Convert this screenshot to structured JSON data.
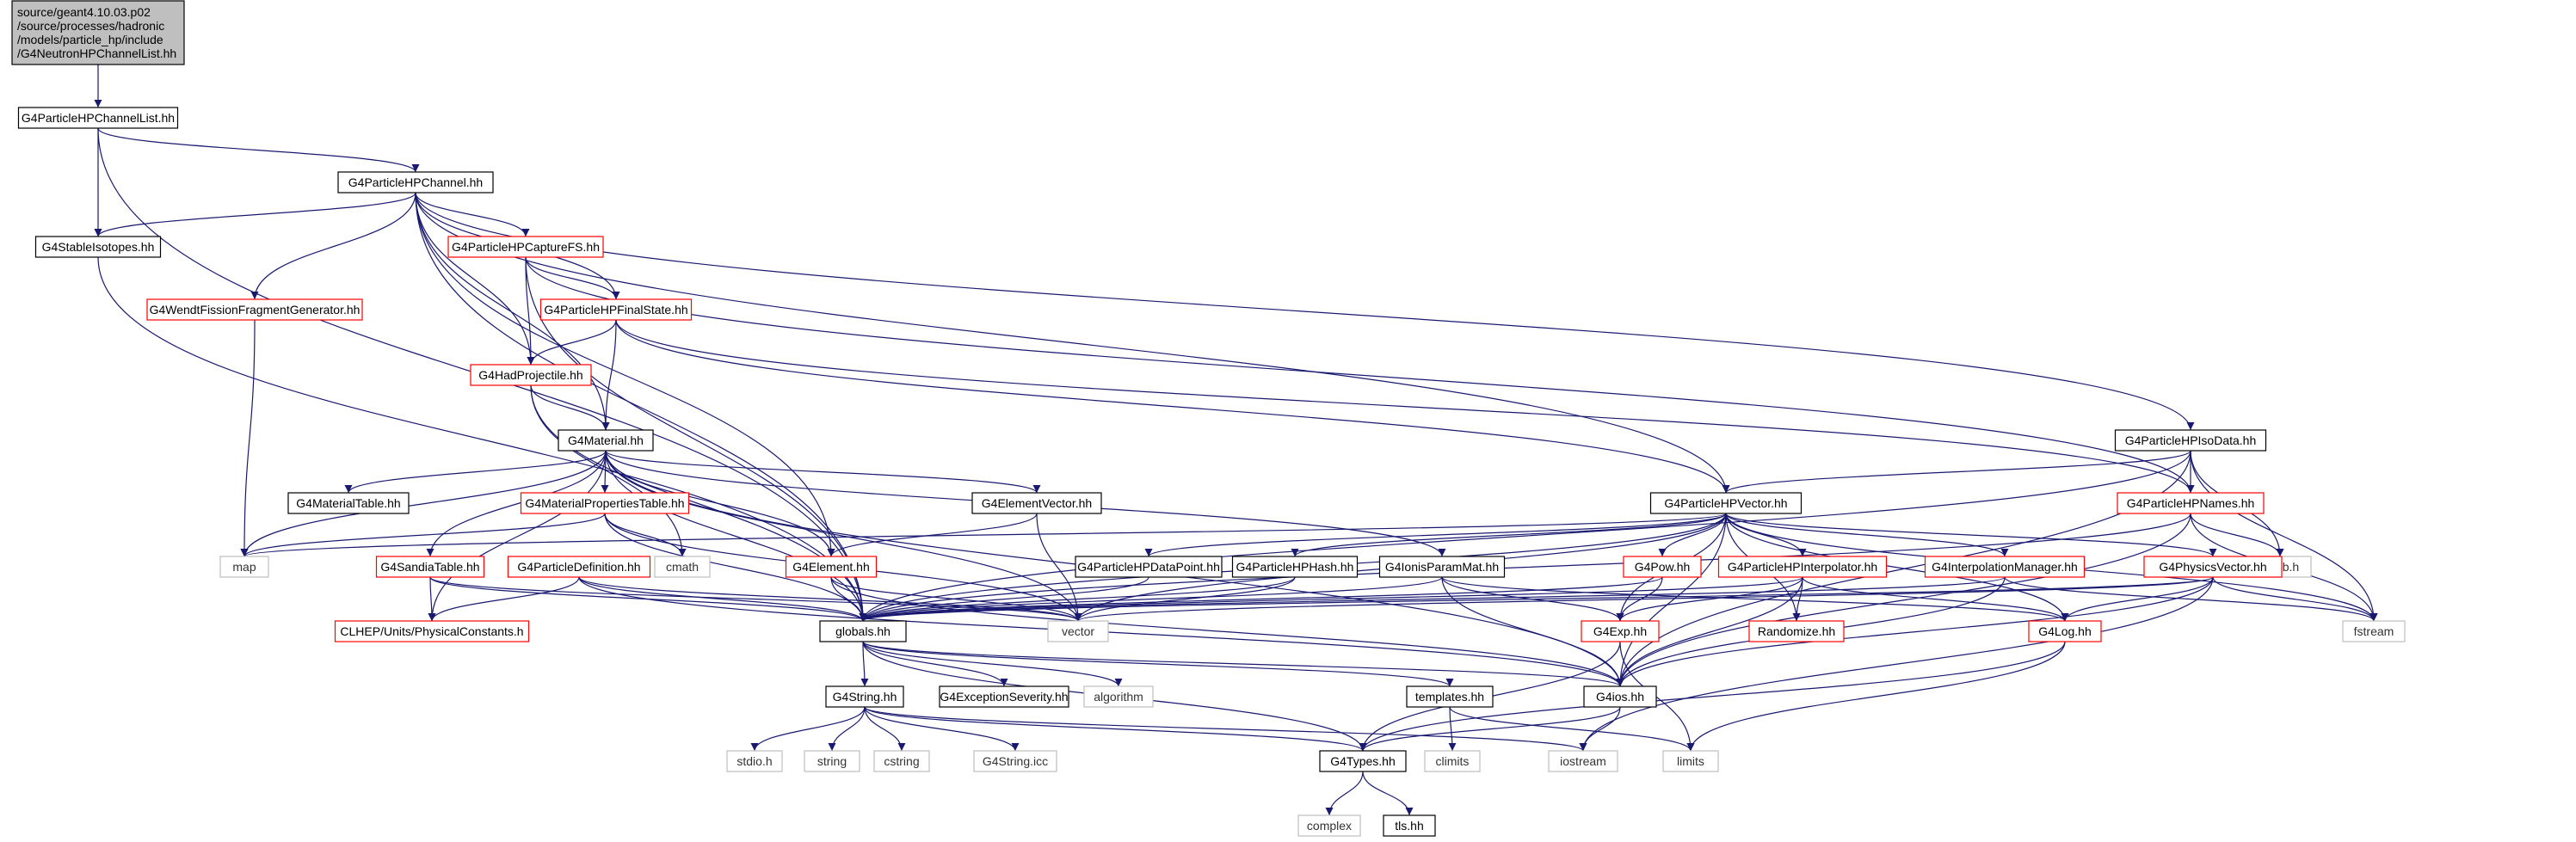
{
  "diagram": {
    "colors": {
      "edge": "#191970",
      "root_fill": "#bfbfbf",
      "box_border_black": "#000000",
      "box_border_red": "#ff0000",
      "box_border_gray": "#bfbfbf",
      "text": "#000000"
    },
    "nodes": [
      {
        "id": "root",
        "lines": [
          "source/geant4.10.03.p02",
          "/source/processes/hadronic",
          "/models/particle_hp/include",
          "/G4NeutronHPChannelList.hh"
        ],
        "style": "root"
      },
      {
        "id": "chanlist",
        "lines": [
          "G4ParticleHPChannelList.hh"
        ],
        "style": "black"
      },
      {
        "id": "channel",
        "lines": [
          "G4ParticleHPChannel.hh"
        ],
        "style": "black"
      },
      {
        "id": "stable",
        "lines": [
          "G4StableIsotopes.hh"
        ],
        "style": "black"
      },
      {
        "id": "capture",
        "lines": [
          "G4ParticleHPCaptureFS.hh"
        ],
        "style": "red"
      },
      {
        "id": "wendt",
        "lines": [
          "G4WendtFissionFragmentGenerator.hh"
        ],
        "style": "red"
      },
      {
        "id": "finalstate",
        "lines": [
          "G4ParticleHPFinalState.hh"
        ],
        "style": "red"
      },
      {
        "id": "hadproj",
        "lines": [
          "G4HadProjectile.hh"
        ],
        "style": "red"
      },
      {
        "id": "material",
        "lines": [
          "G4Material.hh"
        ],
        "style": "black"
      },
      {
        "id": "isodata",
        "lines": [
          "G4ParticleHPIsoData.hh"
        ],
        "style": "black"
      },
      {
        "id": "mattable",
        "lines": [
          "G4MaterialTable.hh"
        ],
        "style": "black"
      },
      {
        "id": "matprop",
        "lines": [
          "G4MaterialPropertiesTable.hh"
        ],
        "style": "red"
      },
      {
        "id": "elemvec",
        "lines": [
          "G4ElementVector.hh"
        ],
        "style": "black"
      },
      {
        "id": "hpvector",
        "lines": [
          "G4ParticleHPVector.hh"
        ],
        "style": "black"
      },
      {
        "id": "hpnames",
        "lines": [
          "G4ParticleHPNames.hh"
        ],
        "style": "red"
      },
      {
        "id": "stdlib",
        "lines": [
          "stdlib.h"
        ],
        "style": "gray"
      },
      {
        "id": "map",
        "lines": [
          "map"
        ],
        "style": "gray"
      },
      {
        "id": "cmath",
        "lines": [
          "cmath"
        ],
        "style": "gray"
      },
      {
        "id": "sandia",
        "lines": [
          "G4SandiaTable.hh"
        ],
        "style": "red"
      },
      {
        "id": "partdef",
        "lines": [
          "G4ParticleDefinition.hh"
        ],
        "style": "red"
      },
      {
        "id": "element",
        "lines": [
          "G4Element.hh"
        ],
        "style": "red"
      },
      {
        "id": "datapoint",
        "lines": [
          "G4ParticleHPDataPoint.hh"
        ],
        "style": "black"
      },
      {
        "id": "hphash",
        "lines": [
          "G4ParticleHPHash.hh"
        ],
        "style": "black"
      },
      {
        "id": "ionis",
        "lines": [
          "G4IonisParamMat.hh"
        ],
        "style": "black"
      },
      {
        "id": "pow",
        "lines": [
          "G4Pow.hh"
        ],
        "style": "red"
      },
      {
        "id": "interp",
        "lines": [
          "G4ParticleHPInterpolator.hh"
        ],
        "style": "red"
      },
      {
        "id": "interpman",
        "lines": [
          "G4InterpolationManager.hh"
        ],
        "style": "red"
      },
      {
        "id": "physvec",
        "lines": [
          "G4PhysicsVector.hh"
        ],
        "style": "red"
      },
      {
        "id": "clhep",
        "lines": [
          "CLHEP/Units/PhysicalConstants.h"
        ],
        "style": "red"
      },
      {
        "id": "globals",
        "lines": [
          "globals.hh"
        ],
        "style": "black"
      },
      {
        "id": "vector",
        "lines": [
          "vector"
        ],
        "style": "gray"
      },
      {
        "id": "exp",
        "lines": [
          "G4Exp.hh"
        ],
        "style": "red"
      },
      {
        "id": "randomize",
        "lines": [
          "Randomize.hh"
        ],
        "style": "red"
      },
      {
        "id": "log",
        "lines": [
          "G4Log.hh"
        ],
        "style": "red"
      },
      {
        "id": "fstream",
        "lines": [
          "fstream"
        ],
        "style": "gray"
      },
      {
        "id": "g4string",
        "lines": [
          "G4String.hh"
        ],
        "style": "black"
      },
      {
        "id": "excsev",
        "lines": [
          "G4ExceptionSeverity.hh"
        ],
        "style": "black"
      },
      {
        "id": "algorithm",
        "lines": [
          "algorithm"
        ],
        "style": "gray"
      },
      {
        "id": "templates",
        "lines": [
          "templates.hh"
        ],
        "style": "black"
      },
      {
        "id": "ios",
        "lines": [
          "G4ios.hh"
        ],
        "style": "black"
      },
      {
        "id": "stdio",
        "lines": [
          "stdio.h"
        ],
        "style": "gray"
      },
      {
        "id": "string",
        "lines": [
          "string"
        ],
        "style": "gray"
      },
      {
        "id": "cstring",
        "lines": [
          "cstring"
        ],
        "style": "gray"
      },
      {
        "id": "g4stringicc",
        "lines": [
          "G4String.icc"
        ],
        "style": "gray"
      },
      {
        "id": "types",
        "lines": [
          "G4Types.hh"
        ],
        "style": "black"
      },
      {
        "id": "climits",
        "lines": [
          "climits"
        ],
        "style": "gray"
      },
      {
        "id": "iostream",
        "lines": [
          "iostream"
        ],
        "style": "gray"
      },
      {
        "id": "limits",
        "lines": [
          "limits"
        ],
        "style": "gray"
      },
      {
        "id": "complex",
        "lines": [
          "complex"
        ],
        "style": "gray"
      },
      {
        "id": "tls",
        "lines": [
          "tls.hh"
        ],
        "style": "black"
      }
    ],
    "edges": [
      [
        "root",
        "chanlist"
      ],
      [
        "chanlist",
        "channel"
      ],
      [
        "chanlist",
        "stable"
      ],
      [
        "chanlist",
        "globals"
      ],
      [
        "channel",
        "stable"
      ],
      [
        "channel",
        "capture"
      ],
      [
        "channel",
        "wendt"
      ],
      [
        "channel",
        "finalstate"
      ],
      [
        "channel",
        "hadproj"
      ],
      [
        "channel",
        "material"
      ],
      [
        "channel",
        "globals"
      ],
      [
        "channel",
        "element"
      ],
      [
        "channel",
        "hpvector"
      ],
      [
        "channel",
        "isodata"
      ],
      [
        "stable",
        "globals"
      ],
      [
        "capture",
        "finalstate"
      ],
      [
        "capture",
        "hadproj"
      ],
      [
        "capture",
        "globals"
      ],
      [
        "capture",
        "hpnames"
      ],
      [
        "wendt",
        "map"
      ],
      [
        "finalstate",
        "hadproj"
      ],
      [
        "finalstate",
        "material"
      ],
      [
        "finalstate",
        "hpvector"
      ],
      [
        "finalstate",
        "hpnames"
      ],
      [
        "hadproj",
        "material"
      ],
      [
        "hadproj",
        "globals"
      ],
      [
        "hadproj",
        "cmath"
      ],
      [
        "material",
        "mattable"
      ],
      [
        "material",
        "matprop"
      ],
      [
        "material",
        "elemvec"
      ],
      [
        "material",
        "map"
      ],
      [
        "material",
        "sandia"
      ],
      [
        "material",
        "element"
      ],
      [
        "material",
        "ionis"
      ],
      [
        "material",
        "globals"
      ],
      [
        "material",
        "vector"
      ],
      [
        "material",
        "ios"
      ],
      [
        "material",
        "clhep"
      ],
      [
        "isodata",
        "hpvector"
      ],
      [
        "isodata",
        "hpnames"
      ],
      [
        "isodata",
        "stdlib"
      ],
      [
        "isodata",
        "fstream"
      ],
      [
        "isodata",
        "ios"
      ],
      [
        "isodata",
        "globals"
      ],
      [
        "matprop",
        "map"
      ],
      [
        "matprop",
        "globals"
      ],
      [
        "matprop",
        "vector"
      ],
      [
        "matprop",
        "cmath"
      ],
      [
        "elemvec",
        "element"
      ],
      [
        "elemvec",
        "vector"
      ],
      [
        "hpvector",
        "datapoint"
      ],
      [
        "hpvector",
        "hphash"
      ],
      [
        "hpvector",
        "pow"
      ],
      [
        "hpvector",
        "interp"
      ],
      [
        "hpvector",
        "interpman"
      ],
      [
        "hpvector",
        "physvec"
      ],
      [
        "hpvector",
        "globals"
      ],
      [
        "hpvector",
        "vector"
      ],
      [
        "hpvector",
        "exp"
      ],
      [
        "hpvector",
        "randomize"
      ],
      [
        "hpvector",
        "log"
      ],
      [
        "hpvector",
        "fstream"
      ],
      [
        "hpvector",
        "ios"
      ],
      [
        "hpvector",
        "map"
      ],
      [
        "hpnames",
        "stdlib"
      ],
      [
        "hpnames",
        "fstream"
      ],
      [
        "hpnames",
        "ios"
      ],
      [
        "hpnames",
        "globals"
      ],
      [
        "sandia",
        "clhep"
      ],
      [
        "sandia",
        "globals"
      ],
      [
        "sandia",
        "vector"
      ],
      [
        "partdef",
        "clhep"
      ],
      [
        "partdef",
        "globals"
      ],
      [
        "partdef",
        "vector"
      ],
      [
        "partdef",
        "ios"
      ],
      [
        "element",
        "globals"
      ],
      [
        "element",
        "ios"
      ],
      [
        "element",
        "vector"
      ],
      [
        "datapoint",
        "globals"
      ],
      [
        "hphash",
        "globals"
      ],
      [
        "hphash",
        "vector"
      ],
      [
        "ionis",
        "globals"
      ],
      [
        "ionis",
        "exp"
      ],
      [
        "ionis",
        "log"
      ],
      [
        "ionis",
        "ios"
      ],
      [
        "pow",
        "exp"
      ],
      [
        "pow",
        "globals"
      ],
      [
        "interp",
        "exp"
      ],
      [
        "interp",
        "randomize"
      ],
      [
        "interp",
        "log"
      ],
      [
        "interp",
        "ios"
      ],
      [
        "interp",
        "globals"
      ],
      [
        "interpman",
        "globals"
      ],
      [
        "interpman",
        "ios"
      ],
      [
        "interpman",
        "fstream"
      ],
      [
        "physvec",
        "log"
      ],
      [
        "physvec",
        "fstream"
      ],
      [
        "physvec",
        "ios"
      ],
      [
        "physvec",
        "vector"
      ],
      [
        "physvec",
        "iostream"
      ],
      [
        "physvec",
        "globals"
      ],
      [
        "globals",
        "g4string"
      ],
      [
        "globals",
        "excsev"
      ],
      [
        "globals",
        "algorithm"
      ],
      [
        "globals",
        "templates"
      ],
      [
        "globals",
        "ios"
      ],
      [
        "globals",
        "types"
      ],
      [
        "exp",
        "types"
      ],
      [
        "exp",
        "limits"
      ],
      [
        "log",
        "types"
      ],
      [
        "log",
        "limits"
      ],
      [
        "g4string",
        "stdio"
      ],
      [
        "g4string",
        "string"
      ],
      [
        "g4string",
        "cstring"
      ],
      [
        "g4string",
        "g4stringicc"
      ],
      [
        "g4string",
        "types"
      ],
      [
        "g4string",
        "iostream"
      ],
      [
        "templates",
        "climits"
      ],
      [
        "templates",
        "limits"
      ],
      [
        "ios",
        "types"
      ],
      [
        "ios",
        "iostream"
      ],
      [
        "types",
        "complex"
      ],
      [
        "types",
        "tls"
      ]
    ]
  }
}
